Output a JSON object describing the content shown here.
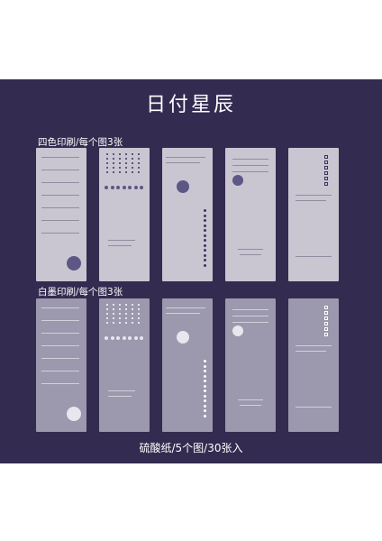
{
  "title": "日付星辰",
  "sections": [
    {
      "label": "四色印刷/每个图3张",
      "style": "color"
    },
    {
      "label": "白墨印刷/每个图3张",
      "style": "white"
    }
  ],
  "footer": "硫酸纸/5个图/30张入"
}
